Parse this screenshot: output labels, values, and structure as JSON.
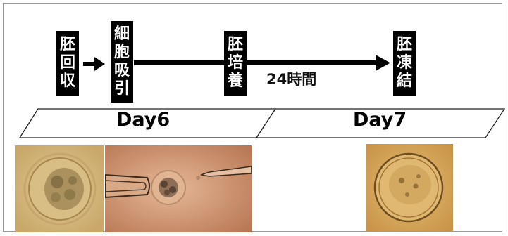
{
  "steps": {
    "embryo_retrieval": [
      "胚",
      "回",
      "収"
    ],
    "cell_aspiration": [
      "細",
      "胞",
      "吸",
      "引"
    ],
    "embryo_culture": [
      "胚",
      "培",
      "養"
    ],
    "embryo_freezing": [
      "胚",
      "凍",
      "結"
    ]
  },
  "duration_label": "24時間",
  "days": {
    "day6": "Day6",
    "day7": "Day7"
  },
  "colors": {
    "box_fill": "#000000",
    "box_text": "#ffffff",
    "photo_bg_retrieval": "#d9be86",
    "photo_bg_aspiration": "#c98f6c",
    "photo_bg_freezing": "#d9ad5c"
  }
}
